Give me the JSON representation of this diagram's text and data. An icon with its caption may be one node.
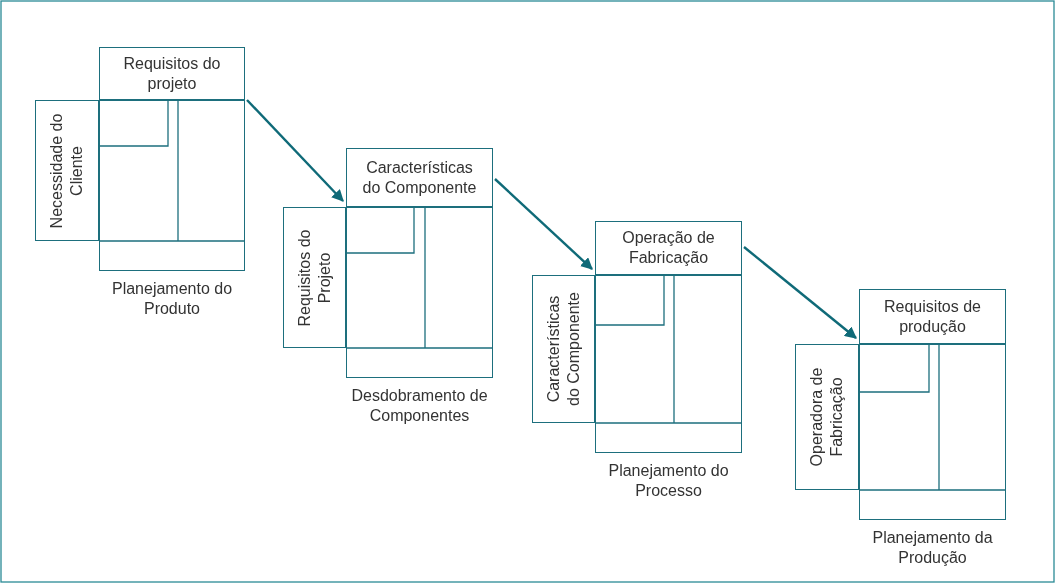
{
  "diagram": {
    "nodes": [
      {
        "text": [
          "Requisitos do projeto"
        ]
      },
      {
        "text": [
          "Necessidade do Cliente"
        ]
      },
      {
        "text": [],
        "shape": "box",
        "beside": [
          "Planejamento do Produto"
        ]
      },
      {
        "text": [
          "Características do Componente"
        ]
      },
      {
        "text": [
          "Requisitos do Projeto"
        ]
      },
      {
        "text": [],
        "shape": "box",
        "beside": [
          "Desdobramento de Componentes"
        ]
      },
      {
        "text": [
          "Operação de Fabricação"
        ]
      },
      {
        "text": [
          "Características do Componente"
        ]
      },
      {
        "text": [],
        "shape": "box",
        "beside": [
          "Planejamento do Processo"
        ]
      },
      {
        "text": [
          "Requisitos de produção"
        ]
      },
      {
        "text": [
          "Operadora de Fabricação"
        ]
      },
      {
        "text": [],
        "shape": "box",
        "beside": [
          "Planejamento da Produção"
        ]
      }
    ],
    "edges": [
      {
        "from": 0,
        "to": 3,
        "arrow": "to"
      },
      {
        "from": 3,
        "to": 6,
        "arrow": "to"
      },
      {
        "from": 6,
        "to": 9,
        "arrow": "to"
      }
    ]
  }
}
